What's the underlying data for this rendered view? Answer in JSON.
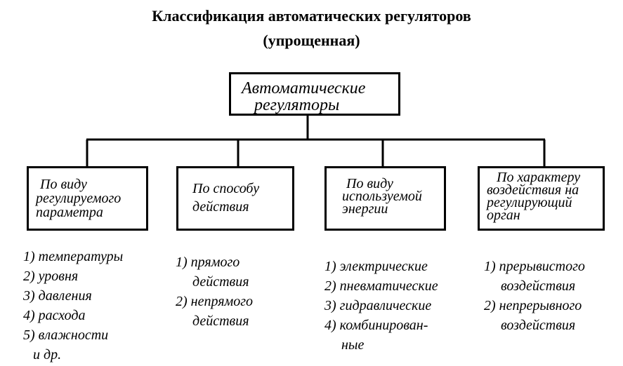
{
  "title": {
    "line1": "Классификация автоматических регуляторов",
    "line2": "(упрощенная)"
  },
  "root": {
    "line1": "Автоматические",
    "line2": "регуляторы"
  },
  "categories": [
    {
      "label_lines": [
        "По виду",
        "регулируемого",
        "параметра"
      ],
      "items": [
        [
          "1) температуры"
        ],
        [
          "2) уровня"
        ],
        [
          "3) давления"
        ],
        [
          "4) расхода"
        ],
        [
          "5) влажности",
          "и др."
        ]
      ]
    },
    {
      "label_lines": [
        "По способу",
        "действия"
      ],
      "items": [
        [
          "1) прямого",
          "действия"
        ],
        [
          "2) непрямого",
          "действия"
        ]
      ]
    },
    {
      "label_lines": [
        "По виду",
        "используемой",
        "энергии"
      ],
      "items": [
        [
          "1) электрические"
        ],
        [
          "2) пневматические"
        ],
        [
          "3) гидравлические"
        ],
        [
          "4) комбинирован-",
          "ные"
        ]
      ]
    },
    {
      "label_lines": [
        "По характеру",
        "воздействия на",
        "регулирующий",
        "орган"
      ],
      "items": [
        [
          "1) прерывистого",
          "воздействия"
        ],
        [
          "2) непрерывного",
          "воздействия"
        ]
      ]
    }
  ]
}
